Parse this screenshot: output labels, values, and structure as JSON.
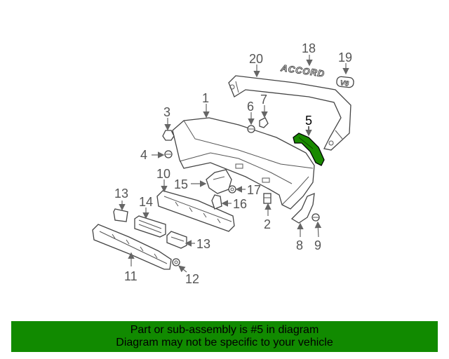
{
  "diagram": {
    "part_labels": [
      "1",
      "2",
      "3",
      "4",
      "5",
      "6",
      "7",
      "8",
      "9",
      "10",
      "11",
      "12",
      "13",
      "13",
      "14",
      "15",
      "16",
      "17",
      "18",
      "19",
      "20"
    ],
    "emblem_text": "ACCORD",
    "badge_text": "V6",
    "highlight_color": "#1a8a00"
  },
  "banner": {
    "line1": "Part or sub-assembly is #5 in diagram",
    "line2": "Diagram may not be specific to your vehicle",
    "background_color": "#118a00"
  }
}
